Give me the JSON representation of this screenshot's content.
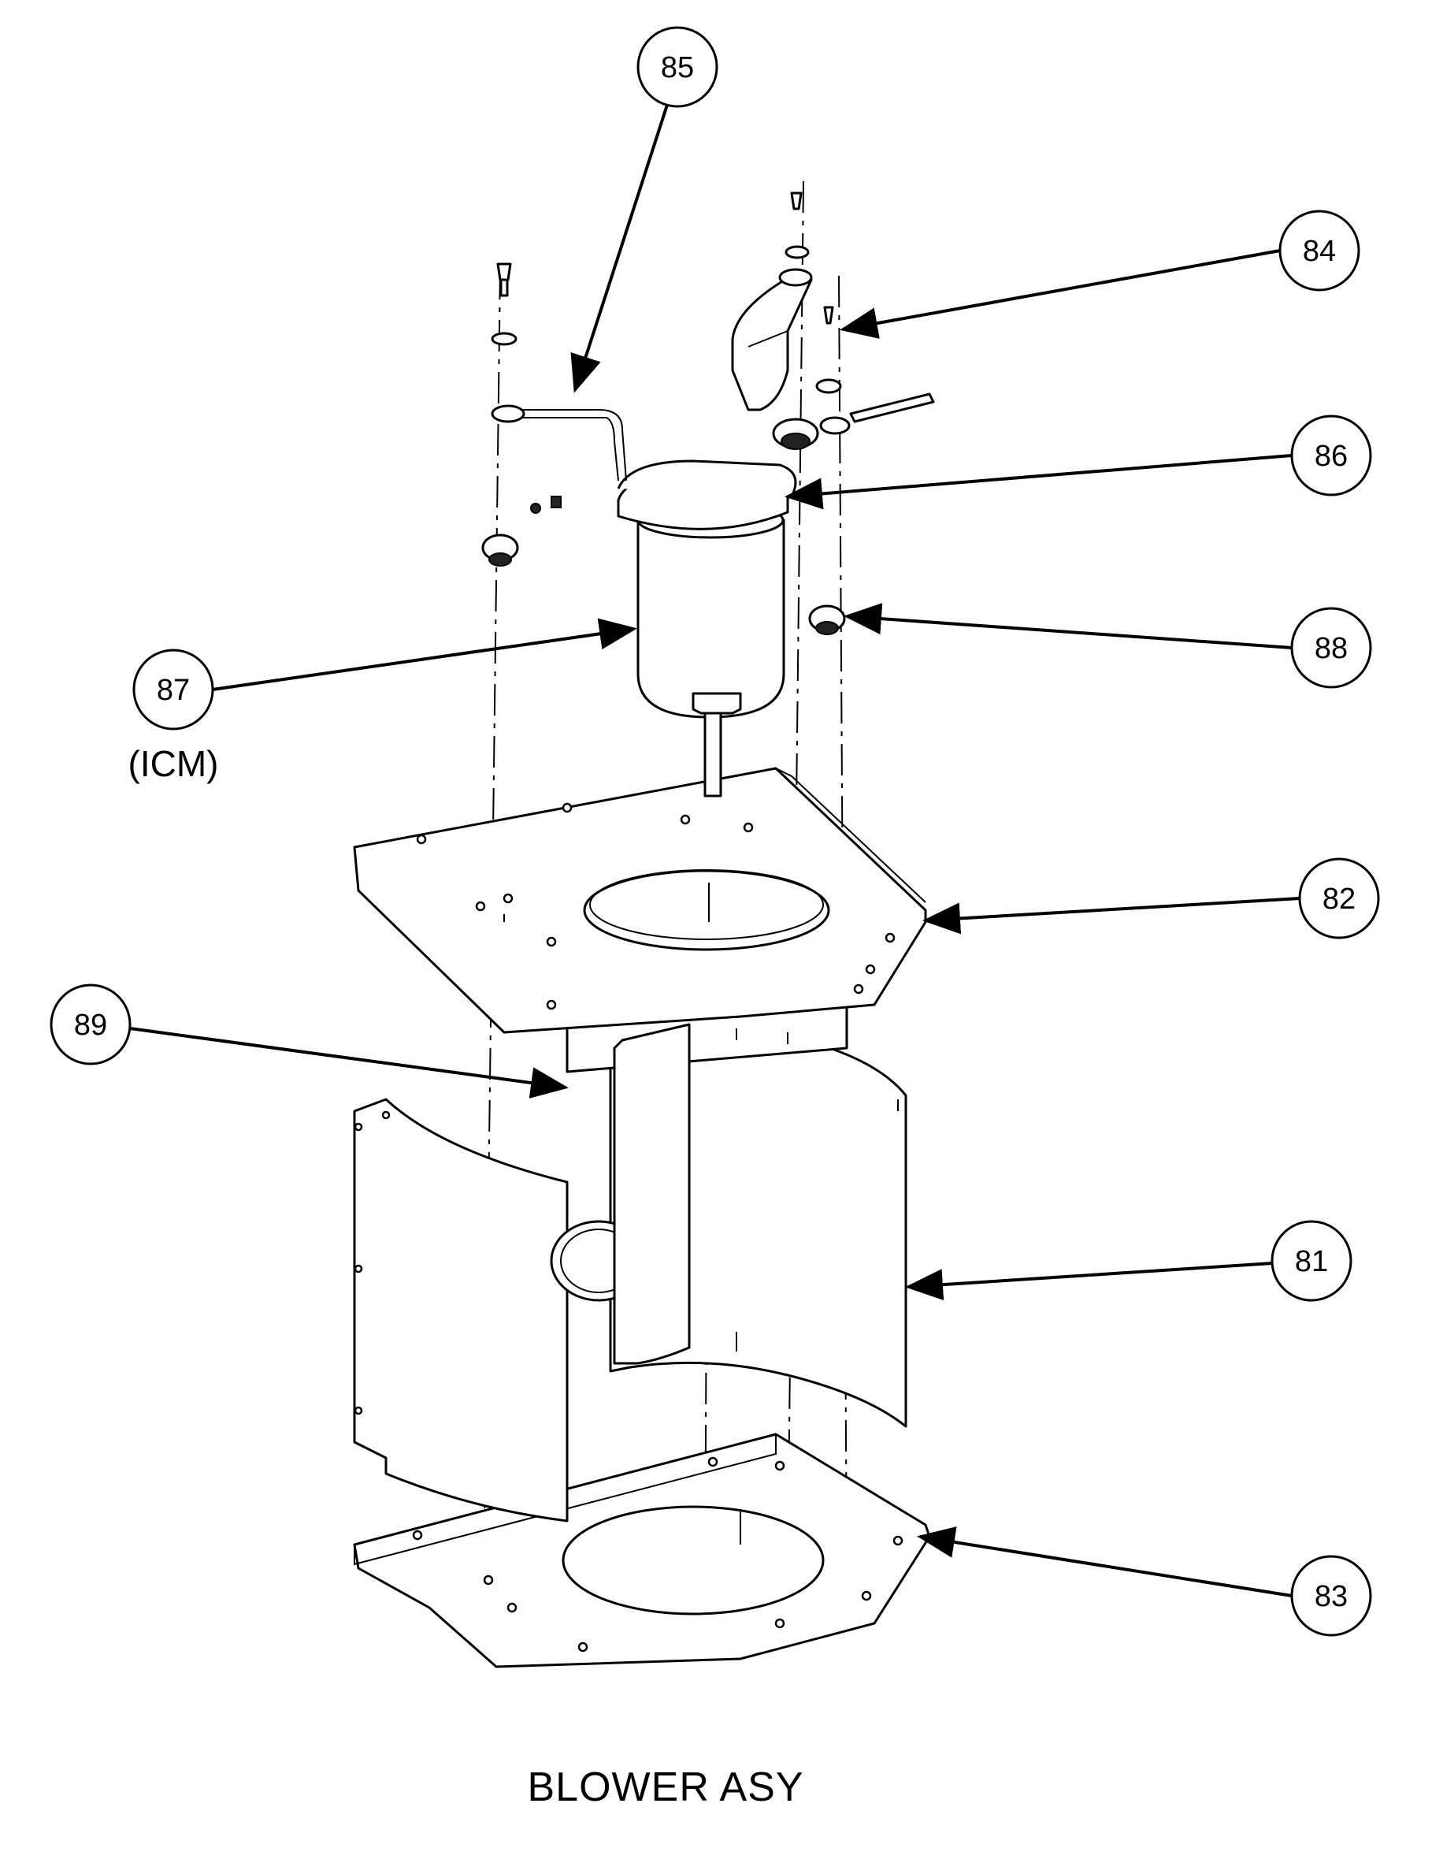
{
  "title": "BLOWER ASY",
  "callouts": [
    {
      "id": "81",
      "text": "81"
    },
    {
      "id": "82",
      "text": "82"
    },
    {
      "id": "83",
      "text": "83"
    },
    {
      "id": "84",
      "text": "84"
    },
    {
      "id": "85",
      "text": "85"
    },
    {
      "id": "86",
      "text": "86"
    },
    {
      "id": "87",
      "text": "87",
      "note": "(ICM)"
    },
    {
      "id": "88",
      "text": "88"
    },
    {
      "id": "89",
      "text": "89"
    }
  ]
}
